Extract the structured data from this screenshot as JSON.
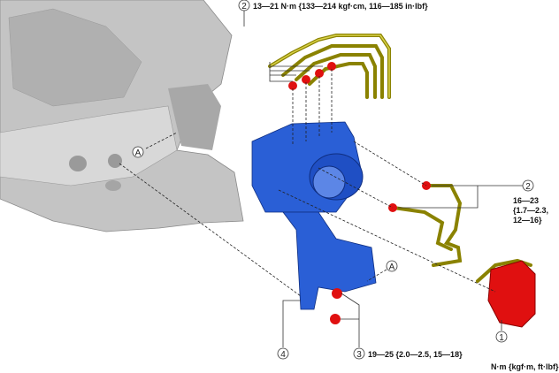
{
  "callouts": {
    "top": {
      "number": "2",
      "torque": "13—21 N·m {133—214 kgf·cm, 116—185 in·lbf}"
    },
    "right": {
      "number": "2",
      "torque_lines": [
        "16—23",
        "{1.7—2.3,",
        "12—16}"
      ]
    },
    "bottom_mid": {
      "number": "3",
      "torque": "19—25 {2.0—2.5, 15—18}"
    },
    "bottom_left": {
      "number": "4"
    },
    "bottom_right": {
      "number": "1"
    },
    "reference_a_left": "A",
    "reference_a_right": "A"
  },
  "units_note": "N·m {kgf·m, ft·lbf}",
  "colors": {
    "unit": "#2255cc",
    "fastener": "#e01010",
    "pipe": "#b5ad20",
    "body": "#b8b8b8"
  }
}
